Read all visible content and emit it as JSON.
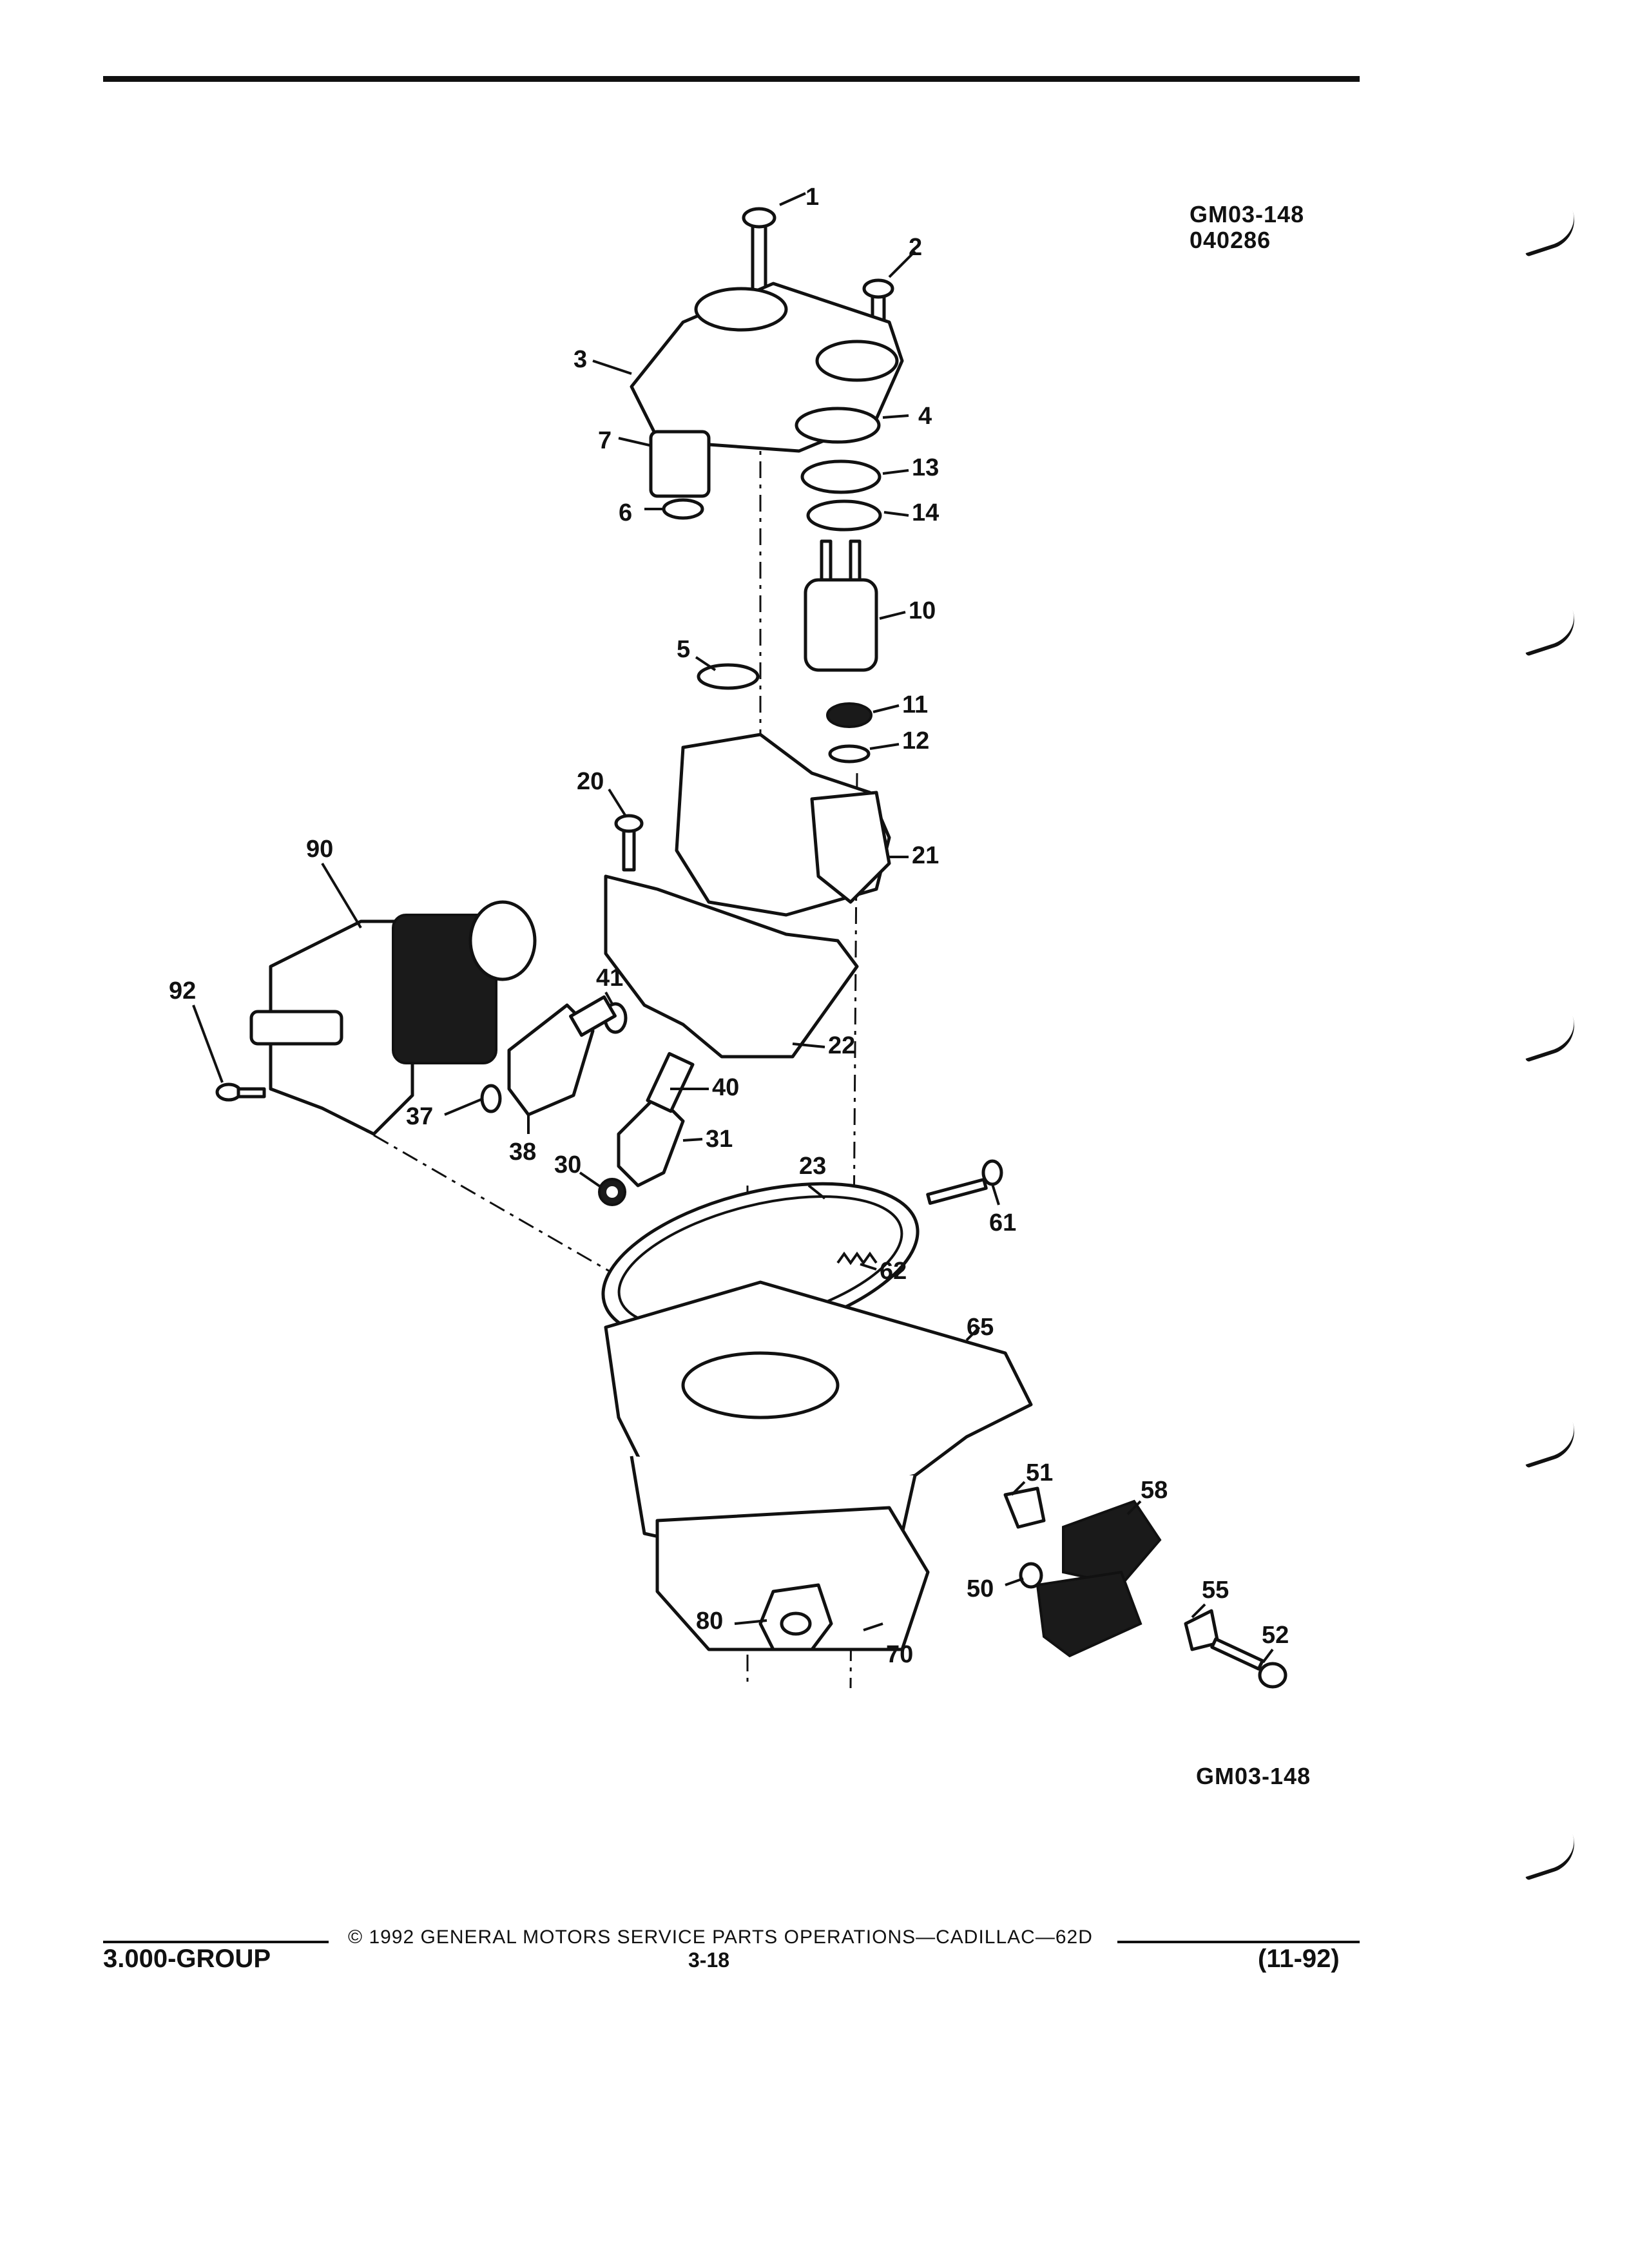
{
  "figure": {
    "codes_top": [
      "GM03-148",
      "040286"
    ],
    "code_bottom": "GM03-148"
  },
  "callouts": [
    "1",
    "2",
    "3",
    "4",
    "5",
    "6",
    "7",
    "10",
    "11",
    "12",
    "13",
    "14",
    "20",
    "21",
    "22",
    "23",
    "30",
    "31",
    "37",
    "38",
    "40",
    "41",
    "50",
    "51",
    "52",
    "55",
    "58",
    "61",
    "62",
    "65",
    "70",
    "80",
    "90",
    "92"
  ],
  "footer": {
    "copyright": "© 1992 GENERAL MOTORS SERVICE PARTS OPERATIONS—CADILLAC—62D",
    "group": "3.000-GROUP",
    "page": "3-18",
    "date": "(11-92)"
  }
}
